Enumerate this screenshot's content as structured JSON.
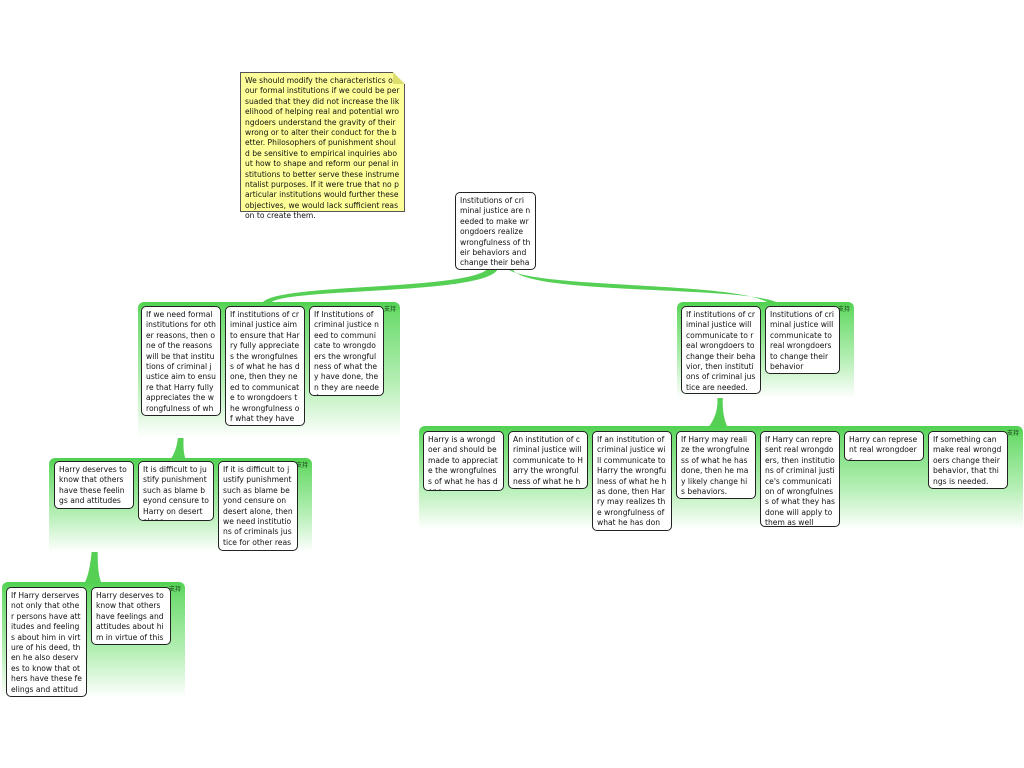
{
  "colors": {
    "connector": "#55d055",
    "group_fill": "#4fd14f",
    "note_fill": "#ffff99",
    "node_border": "#222222"
  },
  "note": "We should modify the characteristics of our formal institutions if we could be persuaded that they did not increase the likelihood of helping real and potential wrongdoers understand the gravity of their wrong or to alter their conduct for the better. Philosophers of punishment should be sensitive to empirical inquiries about how to shape and reform our penal institutions to better serve these instrumentalist purposes. If it were true that no particular institutions would further these objectives, we would lack sufficient reason to create them.",
  "root": "Institutions of criminal justice are needed to make wrongdoers realize wrongfulness of their behaviors and change their behaviors.",
  "support_label": "支持",
  "groups": {
    "left_top": [
      "If we need formal institutions for other reasons, then one of the reasons will be that institutions of criminal justice aim to ensure that Harry fully appreciates the wrongfulness of what he has done.",
      "If institutions of criminal justice aim to ensure that Harry fully appreciates the wrongfulness of what he has done, then they need to communicate  to wrongdoers the wrongfulness of what they have done.",
      "If Institutions of criminal justice need to communicate to wrongdoers the wrongfulness of what they have done, then they are needed."
    ],
    "left_mid": [
      "Harry  deserves to know that others have these feelings and attitudes",
      "It is difficult to justify punishment such as blame beyond censure to Harry on desert alone.",
      "If it is difficult to justify punishment such as blame beyond censure on desert alone, then we need institutions of criminals justice for other reasons."
    ],
    "left_bottom": [
      "If Harry derserves not only that other persons have attitudes and feelings about him in virture of his deed, then he also deserves to know that others have these feelings and attitudes.",
      "Harry deserves to know that others have feelings and attitudes about him in virtue of this deed."
    ],
    "right_top": [
      "If institutions of criminal justice  will communicate to real  wrongdoers to change their behavior, then institutions of criminal justice are needed.",
      "Institutions of criminal justice  will communicate to real wrongdoers to change their behavior"
    ],
    "right_bottom": [
      "Harry is a wrongdoer and should be made to appreciate the wrongfulness of what he has done.",
      "An institution of criminal justice will communicate to Harry the wrongfulness of what he has done.",
      "If an institution of criminal justice will communicate to Harry the wrongfulness of what he has done, then Harry may  realizes the wrongfulness of what he has done.",
      "If Harry may realize the wrongfulness of what he has done, then he may likely change his behaviors.",
      "If Harry can represent real wrongdoers, then institutions of criminal justice's communication of wrongfulness of what they has done will apply to them as well",
      "Harry can represent real wrongdoers.",
      "If something can make real wrongdoers change their behavior, that things is needed."
    ]
  }
}
